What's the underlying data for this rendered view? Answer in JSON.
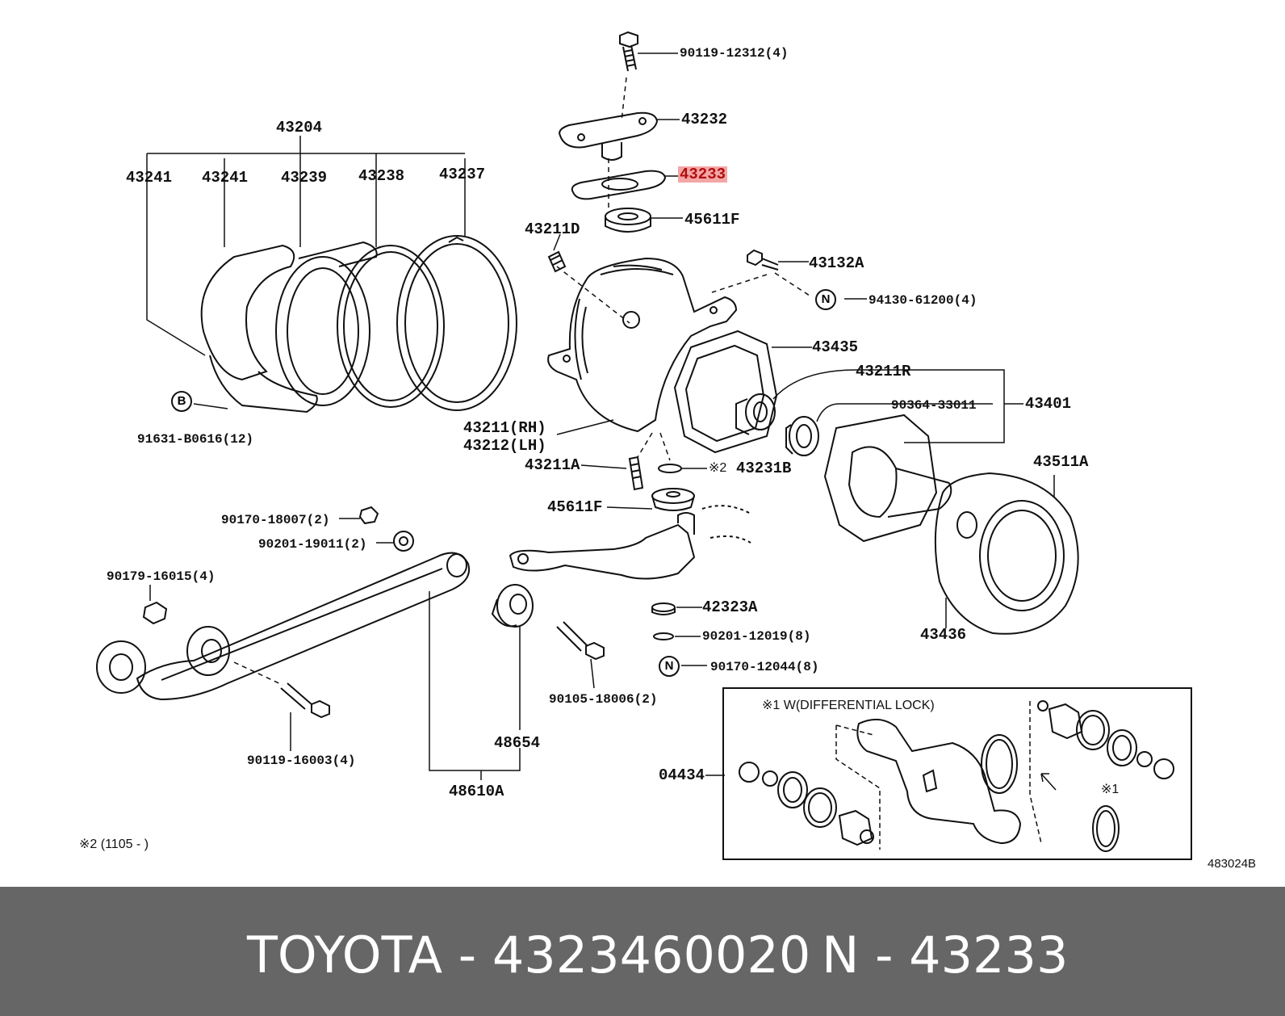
{
  "diagram": {
    "part_labels": {
      "l90119_12312": "90119-12312(4)",
      "l43232": "43232",
      "l43233": "43233",
      "l45611F_top": "45611F",
      "l43211D": "43211D",
      "l43132A": "43132A",
      "l94130_61200": "94130-61200(4)",
      "l43435": "43435",
      "l43211R": "43211R",
      "l90364_33011": "90364-33011",
      "l43401": "43401",
      "l43204": "43204",
      "l43241_a": "43241",
      "l43241_b": "43241",
      "l43239": "43239",
      "l43238": "43238",
      "l43237": "43237",
      "l91631": "91631-B0616(12)",
      "l43211RH": "43211(RH)",
      "l43212LH": "43212(LH)",
      "l43211A": "43211A",
      "l43231B": "43231B",
      "l45611F_bot": "45611F",
      "l43511A": "43511A",
      "l90170_18007": "90170-18007(2)",
      "l90201_19011": "90201-19011(2)",
      "l90179_16015": "90179-16015(4)",
      "l42323A": "42323A",
      "l90201_12019": "90201-12019(8)",
      "l90170_12044": "90170-12044(8)",
      "l43436": "43436",
      "l90105_18006": "90105-18006(2)",
      "l48654": "48654",
      "l90119_16003": "90119-16003(4)",
      "l48610A": "48610A",
      "l04434": "04434"
    },
    "markers": {
      "m_N1": "N",
      "m_N2": "N",
      "m_B": "B",
      "m_x2": "※2",
      "m_x1": "※1"
    },
    "inset_title": "※1 W(DIFFERENTIAL LOCK)",
    "footnote": "※2 (1105 -        )",
    "diagram_code": "483024B",
    "highlight_color": "#f4a6a6"
  },
  "footer": {
    "brand_part": "TOYOTA - 4323460020",
    "ref_part": "N - 43233"
  }
}
